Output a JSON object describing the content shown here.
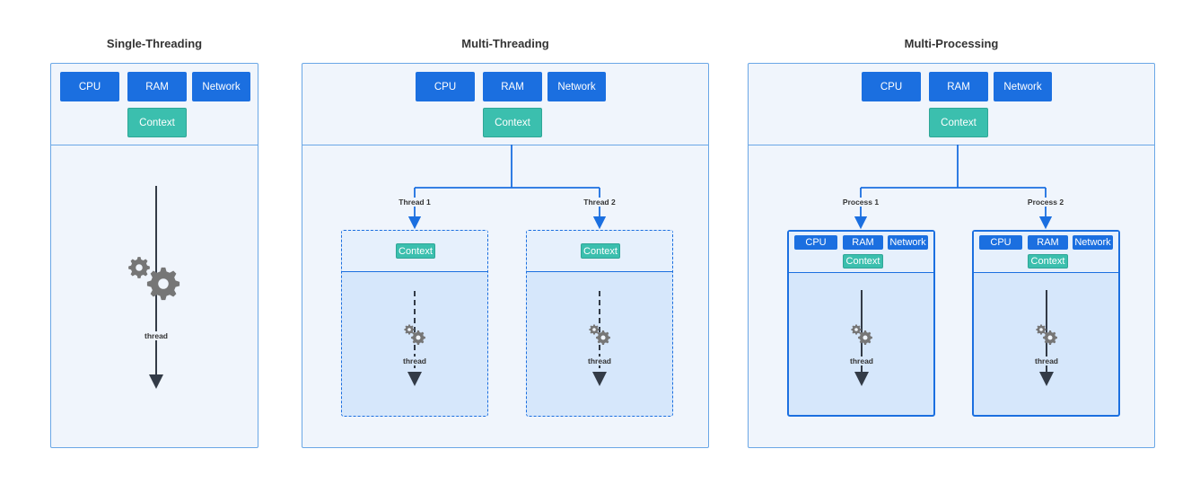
{
  "titles": {
    "single": "Single-Threading",
    "multi_thread": "Multi-Threading",
    "multi_process": "Multi-Processing"
  },
  "resources": {
    "cpu": "CPU",
    "ram": "RAM",
    "network": "Network",
    "context": "Context"
  },
  "single": {
    "thread_label": "thread"
  },
  "multi_thread": {
    "branches": [
      {
        "label": "Thread 1",
        "context": "Context",
        "thread_label": "thread"
      },
      {
        "label": "Thread 2",
        "context": "Context",
        "thread_label": "thread"
      }
    ]
  },
  "multi_process": {
    "branches": [
      {
        "label": "Process 1",
        "cpu": "CPU",
        "ram": "RAM",
        "network": "Network",
        "context": "Context",
        "thread_label": "thread"
      },
      {
        "label": "Process 2",
        "cpu": "CPU",
        "ram": "RAM",
        "network": "Network",
        "context": "Context",
        "thread_label": "thread"
      }
    ]
  },
  "colors": {
    "resource_blue": "#1b6fe0",
    "context_teal": "#3bbfae",
    "panel_bg": "#f0f5fc",
    "border": "#6aa7e6",
    "gear": "#767676"
  }
}
